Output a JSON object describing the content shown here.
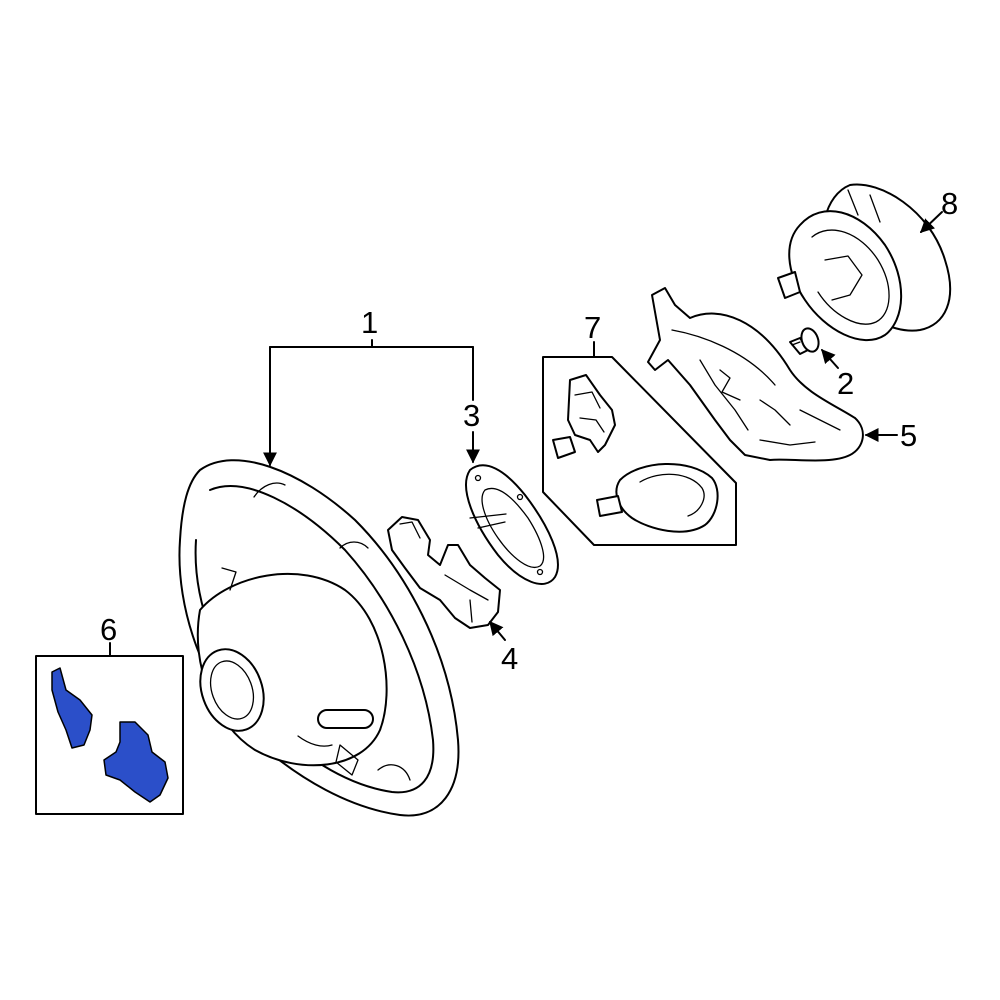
{
  "callouts": {
    "p1": "1",
    "p2": "2",
    "p3": "3",
    "p4": "4",
    "p5": "5",
    "p6": "6",
    "p7": "7",
    "p8": "8"
  },
  "colors": {
    "highlight": "#2b4fc9",
    "line": "#000000",
    "background": "#ffffff"
  },
  "highlighted_part": "6"
}
